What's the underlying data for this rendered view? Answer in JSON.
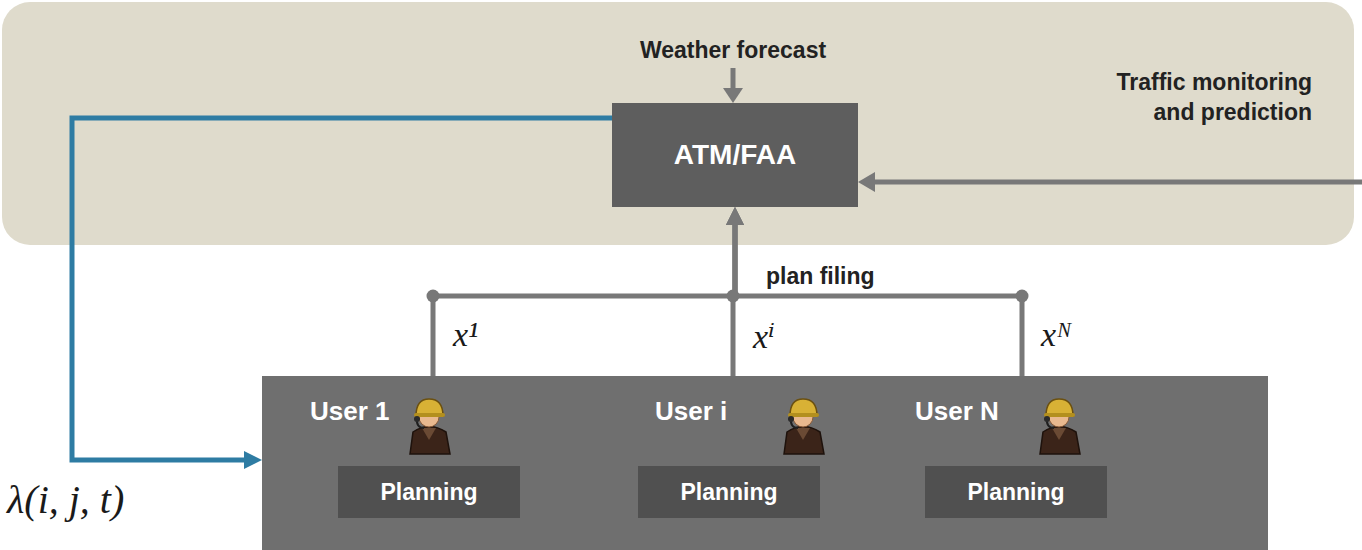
{
  "diagram": {
    "nodes": [
      {
        "text": [
          "ATM/FAA"
        ]
      },
      {
        "text": [
          "User 1"
        ]
      },
      {
        "text": [
          "Planning"
        ],
        "in": 1
      },
      {
        "text": [
          "User i"
        ]
      },
      {
        "text": [
          "Planning"
        ],
        "in": 3
      },
      {
        "text": [
          "User N"
        ]
      },
      {
        "text": [
          "Planning"
        ],
        "in": 5
      }
    ],
    "edges": [
      {
        "from": 1,
        "to": 0,
        "arrow": "to",
        "label": "x¹"
      },
      {
        "from": 3,
        "to": 0,
        "arrow": "to",
        "label": "xⁱ"
      },
      {
        "from": 5,
        "to": 0,
        "arrow": "to",
        "label": "xᴺ"
      },
      {
        "from": 0,
        "to": 1,
        "arrow": "to",
        "label": "λ(i, j, t)"
      }
    ],
    "labels": [
      "Weather forecast",
      "Traffic monitoring and prediction",
      "plan filing"
    ]
  }
}
